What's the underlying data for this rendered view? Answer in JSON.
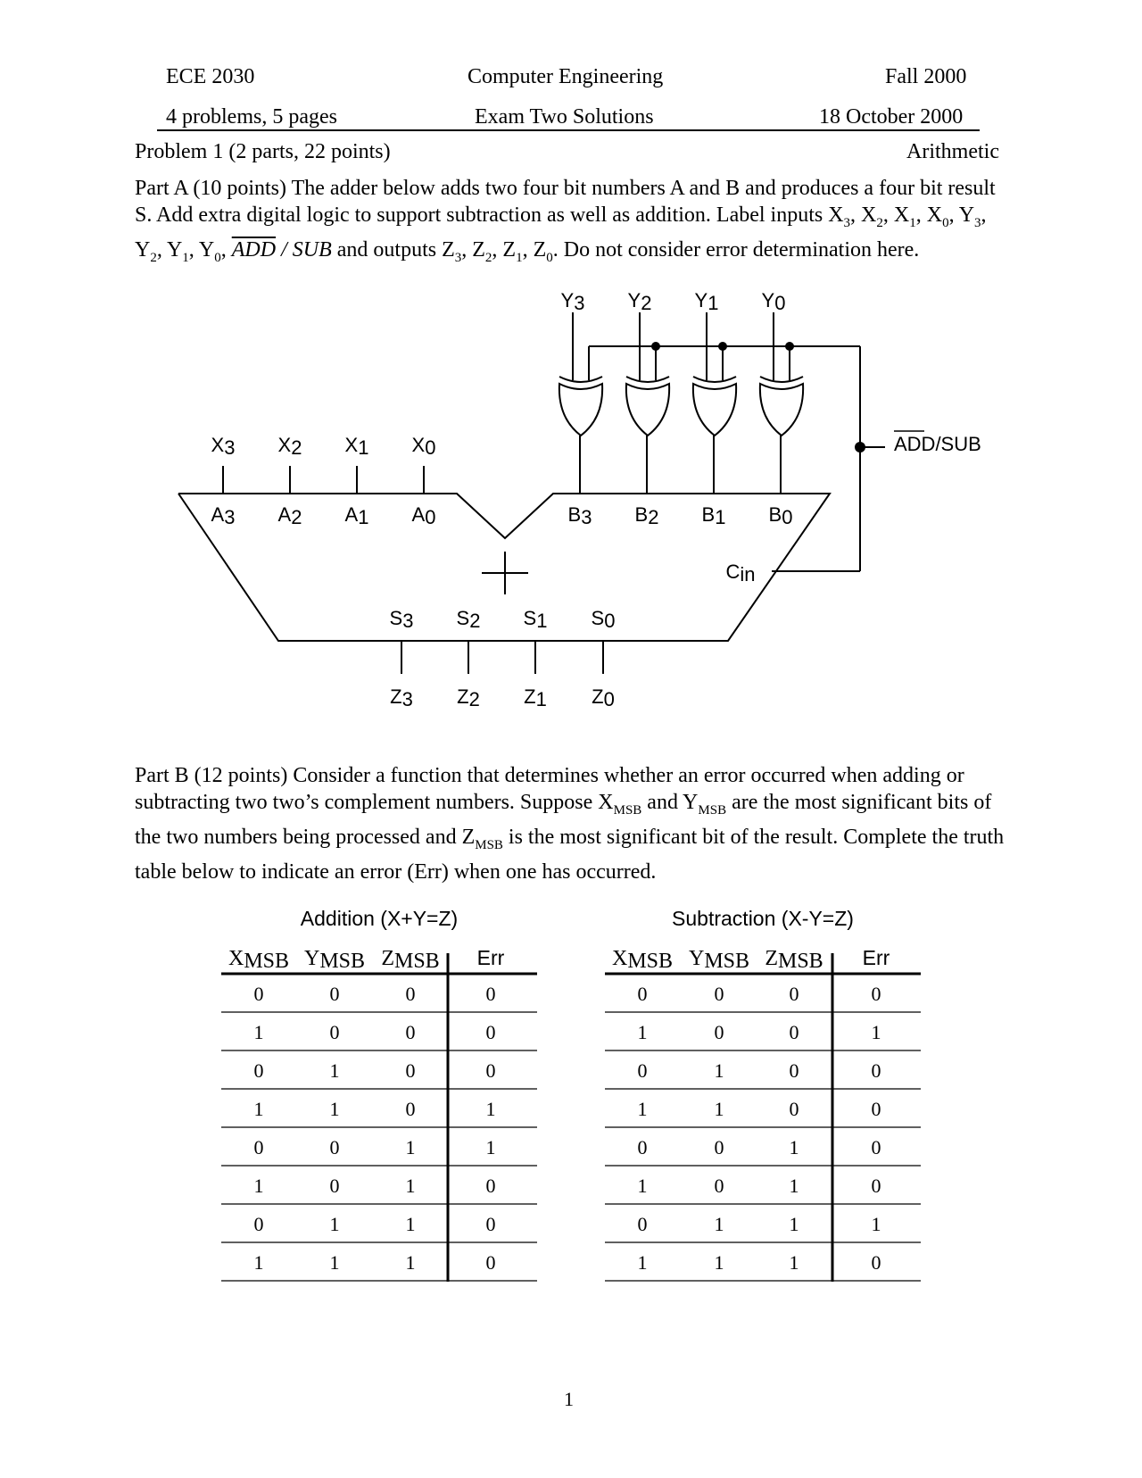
{
  "header": {
    "course": "ECE 2030",
    "dept": "Computer Engineering",
    "term": "Fall 2000",
    "problems": "4 problems, 5 pages",
    "exam": "Exam Two Solutions",
    "date": "18 October 2000"
  },
  "problem": {
    "title": "Problem 1 (2 parts, 22 points)",
    "topic": "Arithmetic"
  },
  "partA": {
    "text1": "Part A (10 points) The adder below adds two four bit numbers A and B and produces a four bit result S. Add extra digital logic to support subtraction as well as addition. Label inputs X",
    "inputs_tail": [
      {
        "base": "X",
        "sub": "2",
        "sep": ", "
      },
      {
        "base": "X",
        "sub": "1",
        "sep": ", "
      },
      {
        "base": "X",
        "sub": "0",
        "sep": ", "
      },
      {
        "base": "Y",
        "sub": "3",
        "sep": ", "
      },
      {
        "base": "Y",
        "sub": "2",
        "sep": ", "
      },
      {
        "base": "Y",
        "sub": "1",
        "sep": ", "
      },
      {
        "base": "Y",
        "sub": "0",
        "sep": ", "
      }
    ],
    "addsub_add": "ADD",
    "addsub_sub": " / SUB",
    "text2": " and outputs Z",
    "text3": ". Do not consider error determination here."
  },
  "diagram": {
    "y_inputs": [
      {
        "base": "Y",
        "sub": "3"
      },
      {
        "base": "Y",
        "sub": "2"
      },
      {
        "base": "Y",
        "sub": "1"
      },
      {
        "base": "Y",
        "sub": "0"
      }
    ],
    "x_inputs": [
      {
        "base": "X",
        "sub": "3"
      },
      {
        "base": "X",
        "sub": "2"
      },
      {
        "base": "X",
        "sub": "1"
      },
      {
        "base": "X",
        "sub": "0"
      }
    ],
    "a_ports": [
      {
        "base": "A",
        "sub": "3"
      },
      {
        "base": "A",
        "sub": "2"
      },
      {
        "base": "A",
        "sub": "1"
      },
      {
        "base": "A",
        "sub": "0"
      }
    ],
    "b_ports": [
      {
        "base": "B",
        "sub": "3"
      },
      {
        "base": "B",
        "sub": "2"
      },
      {
        "base": "B",
        "sub": "1"
      },
      {
        "base": "B",
        "sub": "0"
      }
    ],
    "s_ports": [
      {
        "base": "S",
        "sub": "3"
      },
      {
        "base": "S",
        "sub": "2"
      },
      {
        "base": "S",
        "sub": "1"
      },
      {
        "base": "S",
        "sub": "0"
      }
    ],
    "z_outputs": [
      {
        "base": "Z",
        "sub": "3"
      },
      {
        "base": "Z",
        "sub": "2"
      },
      {
        "base": "Z",
        "sub": "1"
      },
      {
        "base": "Z",
        "sub": "0"
      }
    ],
    "cin": {
      "base": "C",
      "sub": "in"
    },
    "plus": "+",
    "control": "ADD/SUB"
  },
  "partB": {
    "text_a": "Part B (12 points) Consider a function that determines whether an error occurred when adding or subtracting two two’s complement numbers. Suppose X",
    "text_b": " and Y",
    "text_c": " are the most significant bits of the two numbers being processed and Z",
    "text_d": " is the most significant bit of the result. Complete the truth table below to indicate an error (Err) when one has occurred.",
    "msb": "MSB"
  },
  "tables": [
    {
      "title": "Addition (X+Y=Z)",
      "headers": [
        {
          "base": "X",
          "sub": "MSB"
        },
        {
          "base": "Y",
          "sub": "MSB"
        },
        {
          "base": "Z",
          "sub": "MSB"
        },
        {
          "base": "Err",
          "sub": ""
        }
      ],
      "rows": [
        [
          "0",
          "0",
          "0",
          "0"
        ],
        [
          "1",
          "0",
          "0",
          "0"
        ],
        [
          "0",
          "1",
          "0",
          "0"
        ],
        [
          "1",
          "1",
          "0",
          "1"
        ],
        [
          "0",
          "0",
          "1",
          "1"
        ],
        [
          "1",
          "0",
          "1",
          "0"
        ],
        [
          "0",
          "1",
          "1",
          "0"
        ],
        [
          "1",
          "1",
          "1",
          "0"
        ]
      ]
    },
    {
      "title": "Subtraction (X-Y=Z)",
      "headers": [
        {
          "base": "X",
          "sub": "MSB"
        },
        {
          "base": "Y",
          "sub": "MSB"
        },
        {
          "base": "Z",
          "sub": "MSB"
        },
        {
          "base": "Err",
          "sub": ""
        }
      ],
      "rows": [
        [
          "0",
          "0",
          "0",
          "0"
        ],
        [
          "1",
          "0",
          "0",
          "1"
        ],
        [
          "0",
          "1",
          "0",
          "0"
        ],
        [
          "1",
          "1",
          "0",
          "0"
        ],
        [
          "0",
          "0",
          "1",
          "0"
        ],
        [
          "1",
          "0",
          "1",
          "0"
        ],
        [
          "0",
          "1",
          "1",
          "1"
        ],
        [
          "1",
          "1",
          "1",
          "0"
        ]
      ]
    }
  ],
  "page_number": "1"
}
